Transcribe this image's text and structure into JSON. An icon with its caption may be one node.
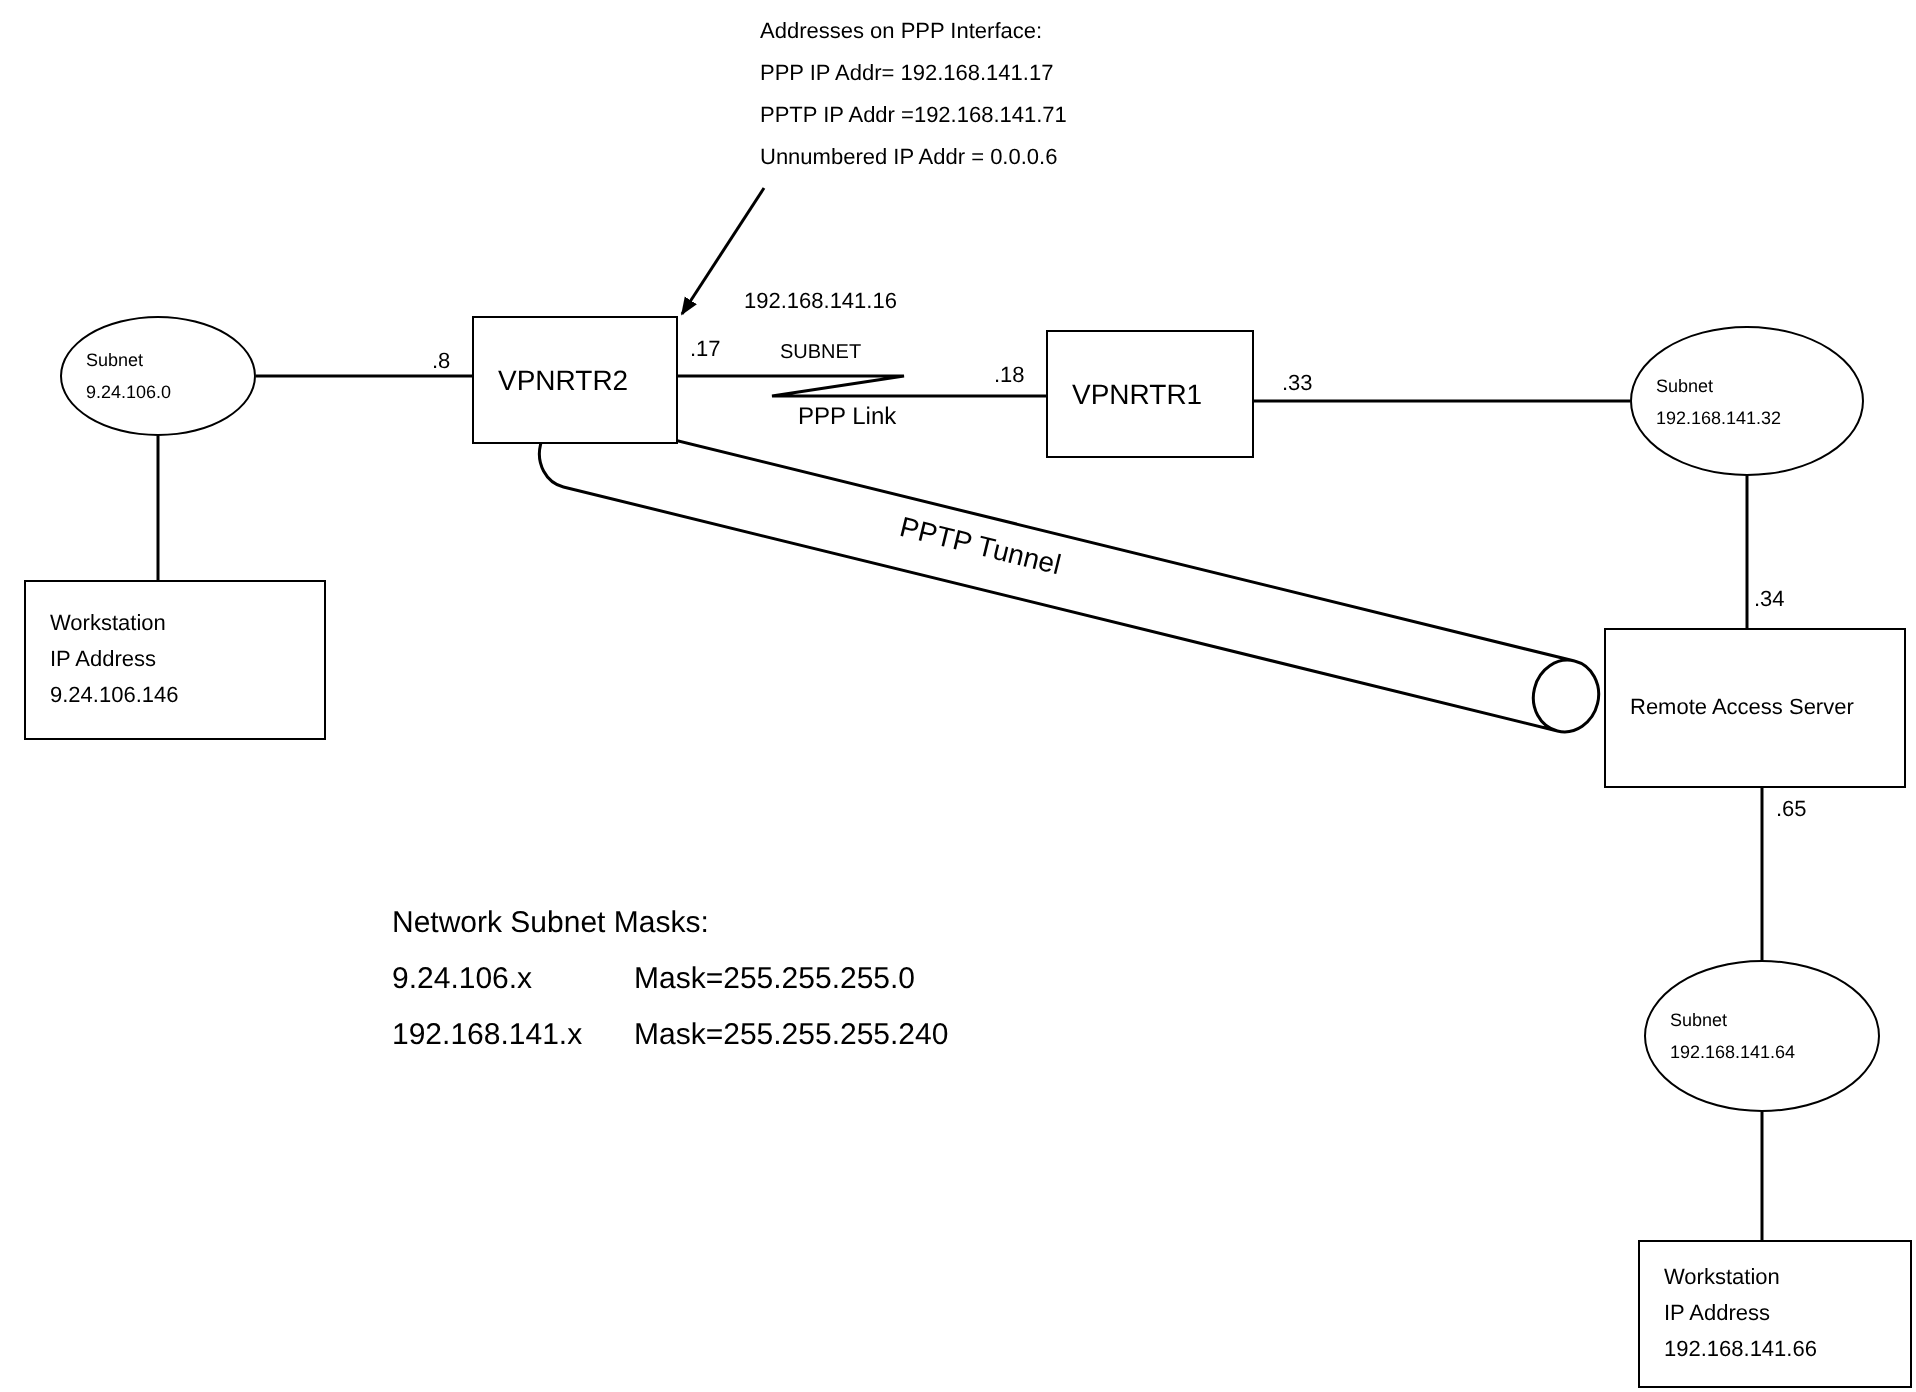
{
  "diagram": {
    "nodes": [
      {
        "text": [
          "Subnet",
          "9.24.106.0"
        ]
      },
      {
        "text": [
          "Workstation",
          "IP Address",
          "9.24.106.146"
        ]
      },
      {
        "text": [
          "VPNRTR2"
        ]
      },
      {
        "text": [
          "VPNRTR1"
        ]
      },
      {
        "text": [
          "Subnet",
          "192.168.141.32"
        ]
      },
      {
        "text": [
          "Remote Access Server"
        ]
      },
      {
        "text": [
          "Subnet",
          "192.168.141.64"
        ]
      },
      {
        "text": [
          "Workstation",
          "IP Address",
          "192.168.141.66"
        ]
      },
      {
        "text": [
          "Addresses on PPP Interface:",
          "PPP IP Addr= 192.168.141.17",
          "PPTP IP Addr =192.168.141.71",
          "Unnumbered IP Addr = 0.0.0.6"
        ]
      }
    ],
    "edges": [
      {
        "from": 0,
        "to": 2,
        "arrow": "none"
      },
      {
        "from": 0,
        "to": 1,
        "arrow": "none"
      },
      {
        "from": 2,
        "to": 3,
        "arrow": "none",
        "label": "PPP Link"
      },
      {
        "from": 2,
        "to": 5,
        "arrow": "none",
        "label": "PPTP Tunnel"
      },
      {
        "from": 3,
        "to": 4,
        "arrow": "none"
      },
      {
        "from": 4,
        "to": 5,
        "arrow": "none"
      },
      {
        "from": 5,
        "to": 6,
        "arrow": "none"
      },
      {
        "from": 6,
        "to": 7,
        "arrow": "none"
      },
      {
        "from": 8,
        "to": 2,
        "arrow": "to"
      }
    ],
    "labels": [
      "192.168.141.16",
      ".8",
      ".17",
      "SUBNET",
      ".18",
      ".33",
      ".34",
      ".65",
      "Network Subnet Masks:",
      "9.24.106.x",
      "Mask=255.255.255.0",
      "192.168.141.x",
      "Mask=255.255.255.240"
    ]
  }
}
